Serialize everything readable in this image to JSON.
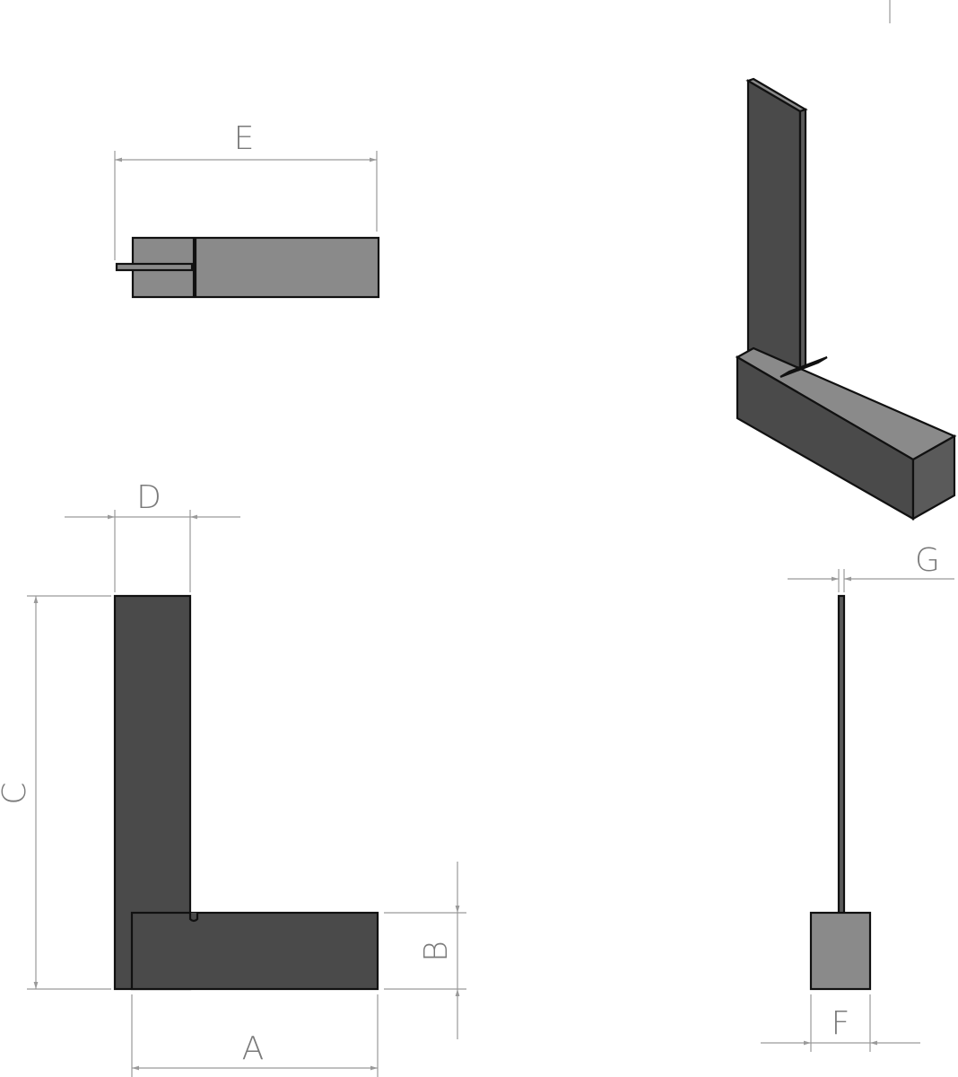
{
  "drawing": {
    "colors": {
      "body_dark": "#4a4a4a",
      "face_light": "#8a8a8a",
      "face_mid": "#5a5a5a",
      "outline": "#111111",
      "dimension": "#9a9a9a",
      "label": "#7a7a7a",
      "background": "#ffffff"
    },
    "dimensions": {
      "A": "A",
      "B": "B",
      "C": "C",
      "D": "D",
      "E": "E",
      "F": "F",
      "G": "G"
    }
  }
}
